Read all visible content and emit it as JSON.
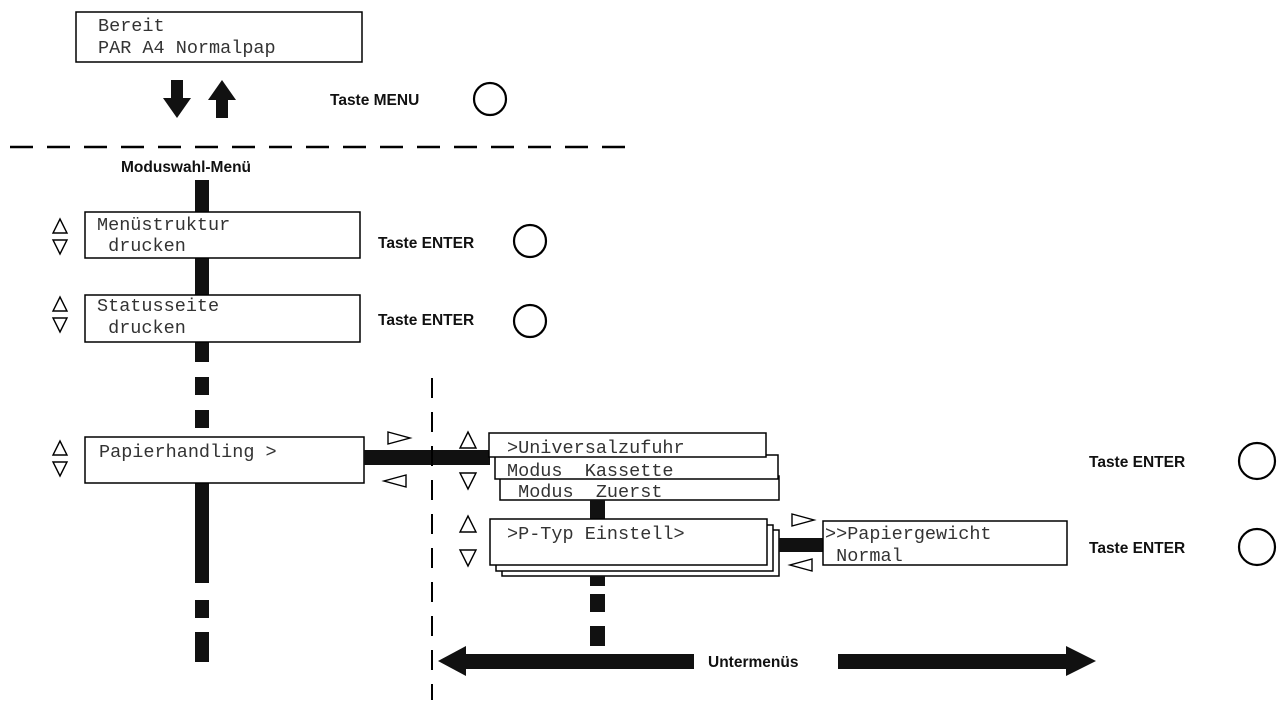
{
  "display_ready": {
    "line1": "Bereit",
    "line2": "PAR A4 Normalpap"
  },
  "menu_key_label": "Taste MENU",
  "mode_menu_title": "Moduswahl-Menü",
  "menu_items": [
    {
      "line1": "Menüstruktur",
      "line2": " drucken",
      "key_label": "Taste ENTER"
    },
    {
      "line1": "Statusseite",
      "line2": " drucken",
      "key_label": "Taste ENTER"
    },
    {
      "line1": "Papierhandling >"
    }
  ],
  "submenu_universal": {
    "line1": ">Universalzufuhr",
    "line2": "Modus  Kassette",
    "line3": " Modus  Zuerst",
    "key_label": "Taste ENTER"
  },
  "submenu_ptype": {
    "line1": ">P-Typ Einstell>"
  },
  "submenu_weight": {
    "line1": ">>Papiergewicht",
    "line2": " Normal",
    "key_label": "Taste ENTER"
  },
  "submenus_label": "Untermenüs"
}
